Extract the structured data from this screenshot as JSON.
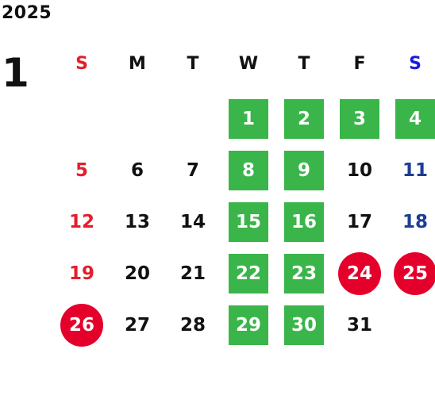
{
  "calendar": {
    "year": "2025",
    "month": "1",
    "colors": {
      "sunday": "#e41e2b",
      "saturday": "#1c3d94",
      "weekday": "#111111",
      "highlight_bg": "#3ab54a",
      "highlight_text": "#ffffff",
      "holiday_bg": "#e4002b",
      "header_saturday": "#1a1adf",
      "header_sunday": "#e41e2b"
    },
    "weekdays": [
      {
        "label": "S",
        "type": "sun"
      },
      {
        "label": "M",
        "type": "wk"
      },
      {
        "label": "T",
        "type": "wk"
      },
      {
        "label": "W",
        "type": "wk"
      },
      {
        "label": "T",
        "type": "wk"
      },
      {
        "label": "F",
        "type": "wk"
      },
      {
        "label": "S",
        "type": "sat"
      }
    ],
    "weeks": [
      [
        null,
        null,
        null,
        {
          "day": "1",
          "style": "green"
        },
        {
          "day": "2",
          "style": "green"
        },
        {
          "day": "3",
          "style": "green"
        },
        {
          "day": "4",
          "style": "green"
        }
      ],
      [
        {
          "day": "5",
          "style": "sun"
        },
        {
          "day": "6",
          "style": "wk"
        },
        {
          "day": "7",
          "style": "wk"
        },
        {
          "day": "8",
          "style": "green"
        },
        {
          "day": "9",
          "style": "green"
        },
        {
          "day": "10",
          "style": "wk"
        },
        {
          "day": "11",
          "style": "sat"
        }
      ],
      [
        {
          "day": "12",
          "style": "sun"
        },
        {
          "day": "13",
          "style": "wk"
        },
        {
          "day": "14",
          "style": "wk"
        },
        {
          "day": "15",
          "style": "green"
        },
        {
          "day": "16",
          "style": "green"
        },
        {
          "day": "17",
          "style": "wk"
        },
        {
          "day": "18",
          "style": "sat"
        }
      ],
      [
        {
          "day": "19",
          "style": "sun"
        },
        {
          "day": "20",
          "style": "wk"
        },
        {
          "day": "21",
          "style": "wk"
        },
        {
          "day": "22",
          "style": "green"
        },
        {
          "day": "23",
          "style": "green"
        },
        {
          "day": "24",
          "style": "holiday"
        },
        {
          "day": "25",
          "style": "holiday"
        }
      ],
      [
        {
          "day": "26",
          "style": "holiday"
        },
        {
          "day": "27",
          "style": "wk"
        },
        {
          "day": "28",
          "style": "wk"
        },
        {
          "day": "29",
          "style": "green"
        },
        {
          "day": "30",
          "style": "green"
        },
        {
          "day": "31",
          "style": "wk"
        },
        null
      ]
    ]
  }
}
